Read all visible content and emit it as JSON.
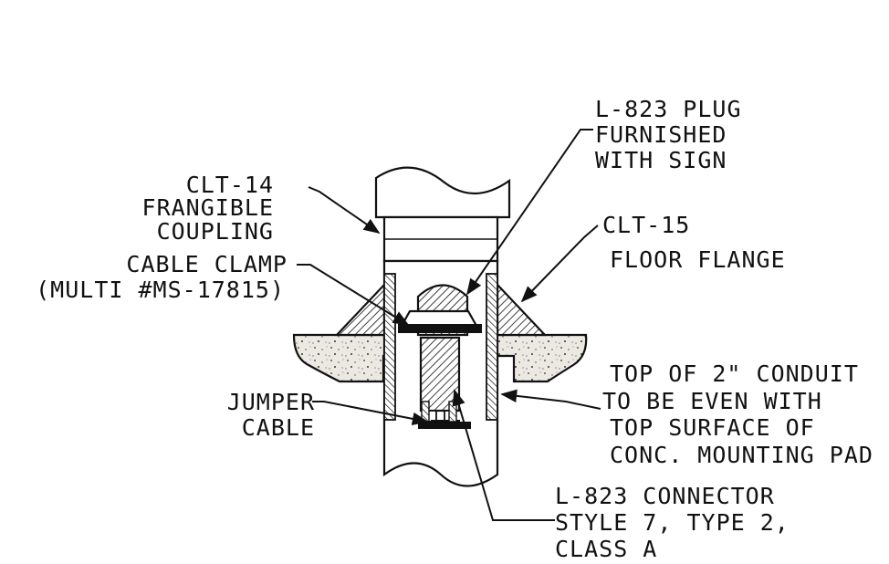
{
  "colors": {
    "ink": "#111111",
    "paper": "#ffffff",
    "concrete": "#e6e2dc"
  },
  "labels": {
    "plug": [
      "L-823 PLUG",
      "FURNISHED",
      "WITH SIGN"
    ],
    "coupling": [
      "CLT-14",
      "FRANGIBLE",
      "COUPLING"
    ],
    "flange": [
      "CLT-15",
      "FLOOR FLANGE"
    ],
    "clamp": [
      "CABLE CLAMP",
      "(MULTI #MS-17815)"
    ],
    "conduit": [
      "TOP OF 2\" CONDUIT",
      "TO BE EVEN WITH",
      "TOP SURFACE OF",
      "CONC. MOUNTING PAD"
    ],
    "jumper": [
      "JUMPER",
      "CABLE"
    ],
    "connector": [
      "L-823 CONNECTOR",
      "STYLE 7, TYPE 2,",
      "CLASS A"
    ]
  }
}
